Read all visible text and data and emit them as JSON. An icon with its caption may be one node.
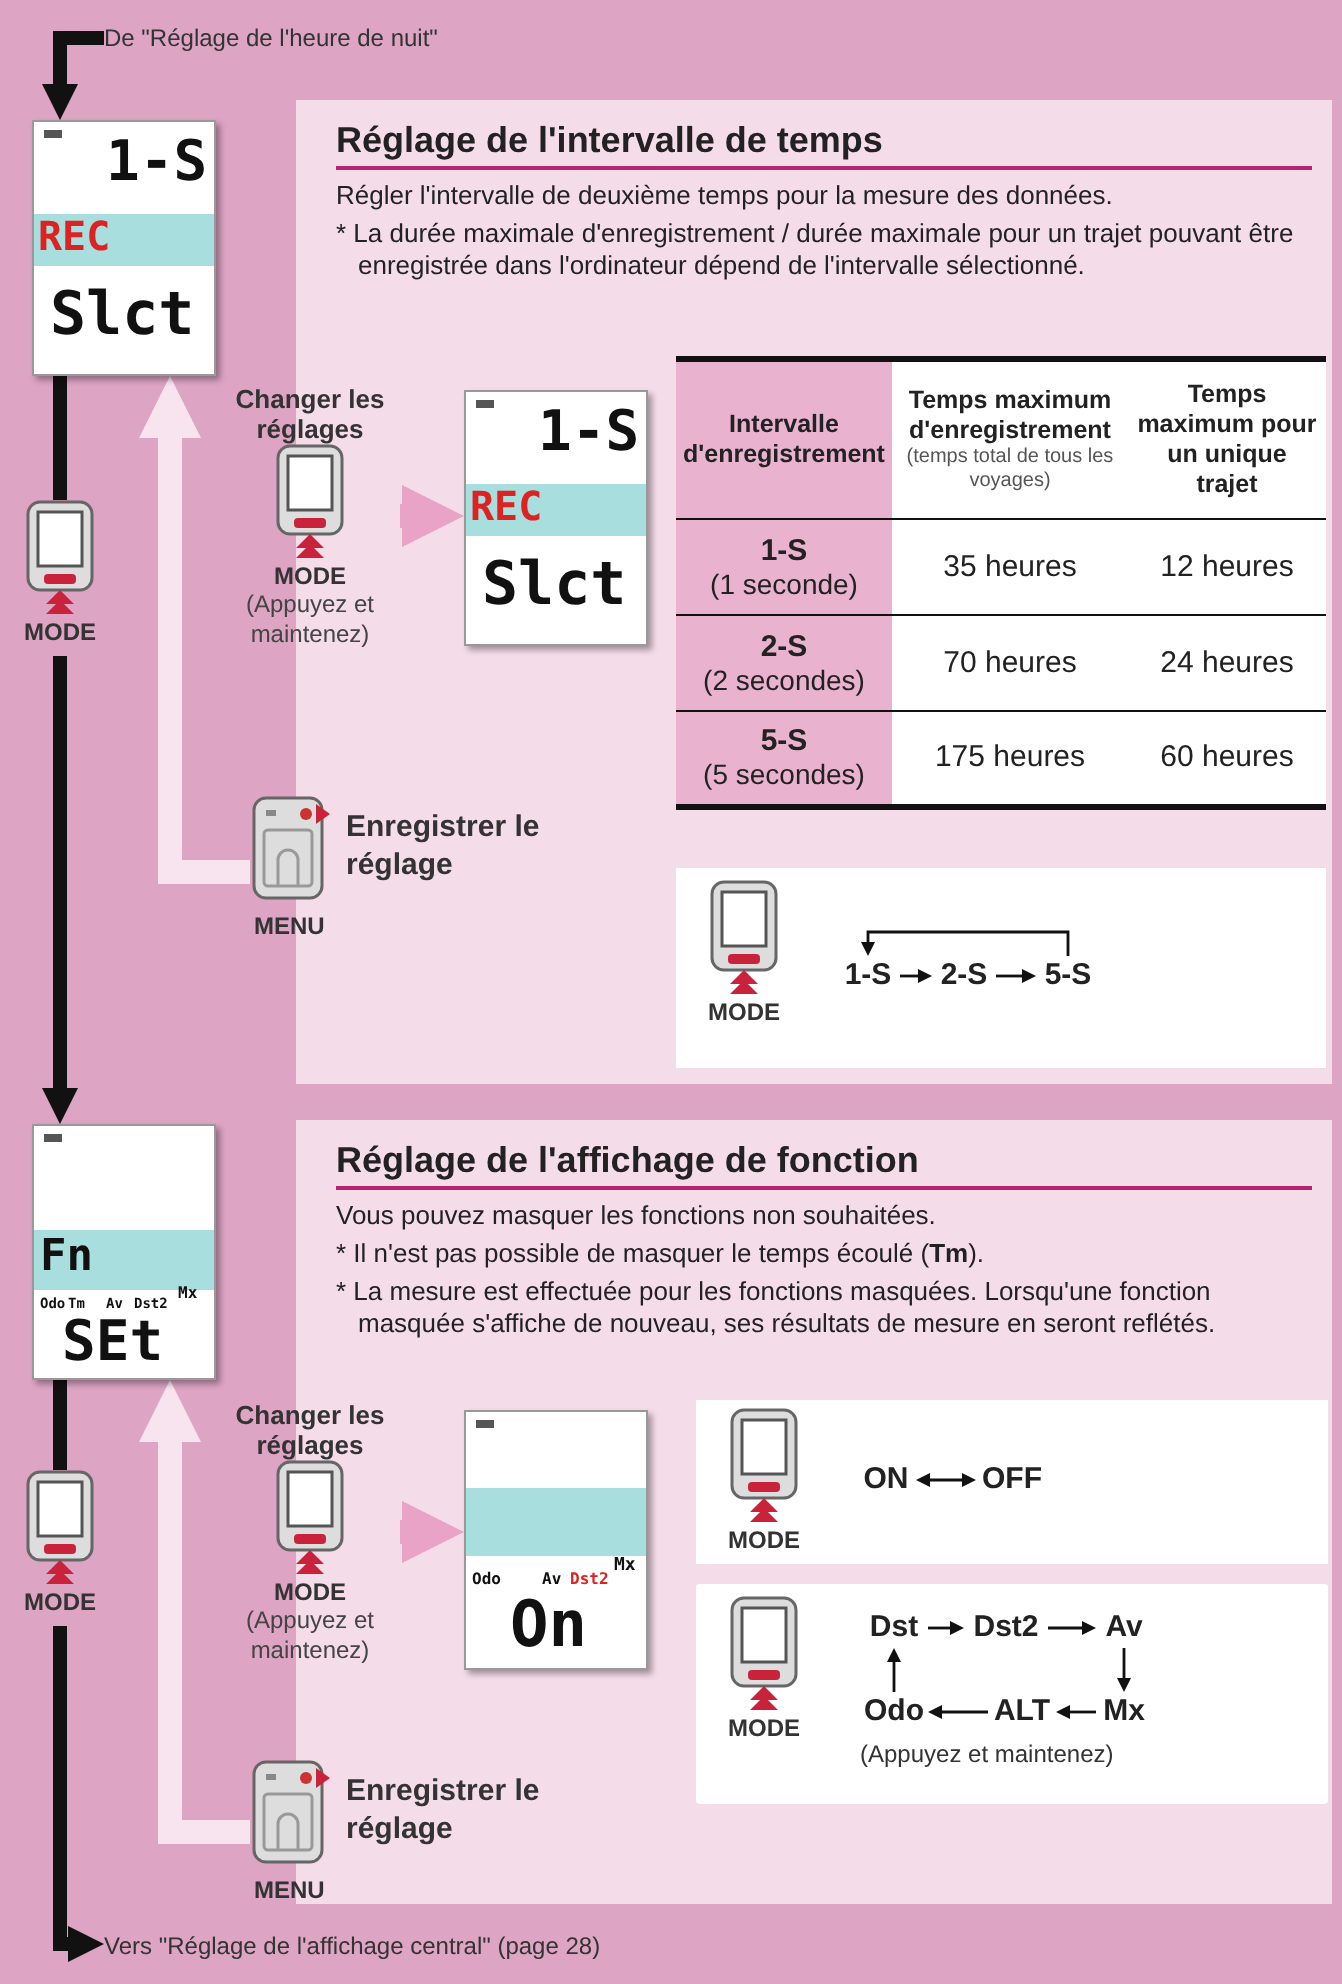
{
  "diagram": {
    "nodes": [
      {
        "text": [
          "De \"Réglage de l'heure de nuit\""
        ]
      },
      {
        "text": [
          "1-S",
          "REC",
          "Slct"
        ]
      },
      {
        "text": [
          "Réglage de l'intervalle de temps",
          "Régler l'intervalle de deuxième temps pour la mesure des données.",
          "* La durée maximale d'enregistrement / durée maximale pour un trajet pouvant être enregistrée dans l'ordinateur dépend de l'intervalle sélectionné."
        ]
      },
      {
        "text": [
          "MODE"
        ]
      },
      {
        "text": [
          "Changer les réglages",
          "MODE",
          "(Appuyez et maintenez)"
        ]
      },
      {
        "text": [
          "1-S",
          "REC",
          "Slct"
        ],
        "in": 2
      },
      {
        "text": [
          "Enregistrer le réglage",
          "MENU"
        ]
      },
      {
        "text": [],
        "shape": "box",
        "in": 2
      },
      {
        "text": [
          "MODE"
        ],
        "in": 7
      },
      {
        "text": [
          "1-S"
        ],
        "in": 7
      },
      {
        "text": [
          "2-S"
        ],
        "in": 7
      },
      {
        "text": [
          "5-S"
        ],
        "in": 7
      },
      {
        "text": [
          "Fn",
          "Odo",
          "Tm",
          "Av",
          "Dst2",
          "Mx",
          "SEt"
        ]
      },
      {
        "text": [
          "Réglage de l'affichage de fonction",
          "Vous pouvez masquer les fonctions non souhaitées.",
          "* Il n'est pas possible de masquer le temps écoulé (**Tm**).",
          "* La mesure est effectuée pour les fonctions masquées. Lorsqu'une fonction masquée s'affiche de nouveau, ses résultats de mesure en seront reflétés."
        ]
      },
      {
        "text": [
          "MODE"
        ]
      },
      {
        "text": [
          "Changer les réglages",
          "MODE",
          "(Appuyez et maintenez)"
        ]
      },
      {
        "text": [
          "Odo",
          "Av",
          "Dst2",
          "Mx",
          "On"
        ],
        "in": 13
      },
      {
        "text": [
          "Enregistrer le réglage",
          "MENU"
        ]
      },
      {
        "text": [],
        "shape": "box",
        "in": 13
      },
      {
        "text": [
          "MODE"
        ],
        "in": 18
      },
      {
        "text": [
          "ON"
        ],
        "in": 18
      },
      {
        "text": [
          "OFF"
        ],
        "in": 18
      },
      {
        "text": [
          "(Appuyez et maintenez)"
        ],
        "in": 13
      },
      {
        "text": [
          "MODE"
        ],
        "in": 22
      },
      {
        "text": [
          "Dst"
        ],
        "in": 22
      },
      {
        "text": [
          "Dst2"
        ],
        "in": 22
      },
      {
        "text": [
          "Av"
        ],
        "in": 22
      },
      {
        "text": [
          "Mx"
        ],
        "in": 22
      },
      {
        "text": [
          "ALT"
        ],
        "in": 22
      },
      {
        "text": [
          "Odo"
        ],
        "in": 22
      },
      {
        "text": [
          "Vers \"Réglage de l'affichage central\" (page 28)"
        ]
      }
    ],
    "edges": [
      {
        "from": 0,
        "to": 1,
        "arrow": "to",
        "style": "thick"
      },
      {
        "from": 1,
        "to": 3,
        "arrow": "none",
        "style": "thick"
      },
      {
        "from": 3,
        "to": 12,
        "arrow": "to",
        "style": "thick"
      },
      {
        "from": 4,
        "to": 5,
        "arrow": "to",
        "style": "thick",
        "color": "#e9a3c6"
      },
      {
        "from": 6,
        "to": 1,
        "arrow": "to",
        "style": "thick",
        "color": "#f8e4ef"
      },
      {
        "from": 9,
        "to": 10,
        "arrow": "to"
      },
      {
        "from": 10,
        "to": 11,
        "arrow": "to"
      },
      {
        "from": 11,
        "to": 9,
        "arrow": "to"
      },
      {
        "from": 12,
        "to": 14,
        "arrow": "none",
        "style": "thick"
      },
      {
        "from": 14,
        "to": 30,
        "arrow": "to",
        "style": "thick"
      },
      {
        "from": 15,
        "to": 16,
        "arrow": "to",
        "style": "thick",
        "color": "#e9a3c6"
      },
      {
        "from": 17,
        "to": 12,
        "arrow": "to",
        "style": "thick",
        "color": "#f8e4ef"
      },
      {
        "from": 20,
        "to": 21,
        "arrow": "both"
      },
      {
        "from": 24,
        "to": 25,
        "arrow": "to"
      },
      {
        "from": 25,
        "to": 26,
        "arrow": "to"
      },
      {
        "from": 26,
        "to": 27,
        "arrow": "to"
      },
      {
        "from": 27,
        "to": 28,
        "arrow": "to"
      },
      {
        "from": 28,
        "to": 29,
        "arrow": "to"
      },
      {
        "from": 29,
        "to": 24,
        "arrow": "to"
      }
    ],
    "labels": [
      "Intervalle d'enregistrement",
      "Temps maximum d'enregistrement",
      "(temps total de tous les voyages)",
      "Temps maximum pour un unique trajet",
      "1-S",
      "(1 seconde)",
      "35 heures",
      "12 heures",
      "2-S",
      "(2 secondes)",
      "70 heures",
      "24 heures",
      "5-S",
      "(5 secondes)",
      "175 heures",
      "60 heures"
    ]
  }
}
